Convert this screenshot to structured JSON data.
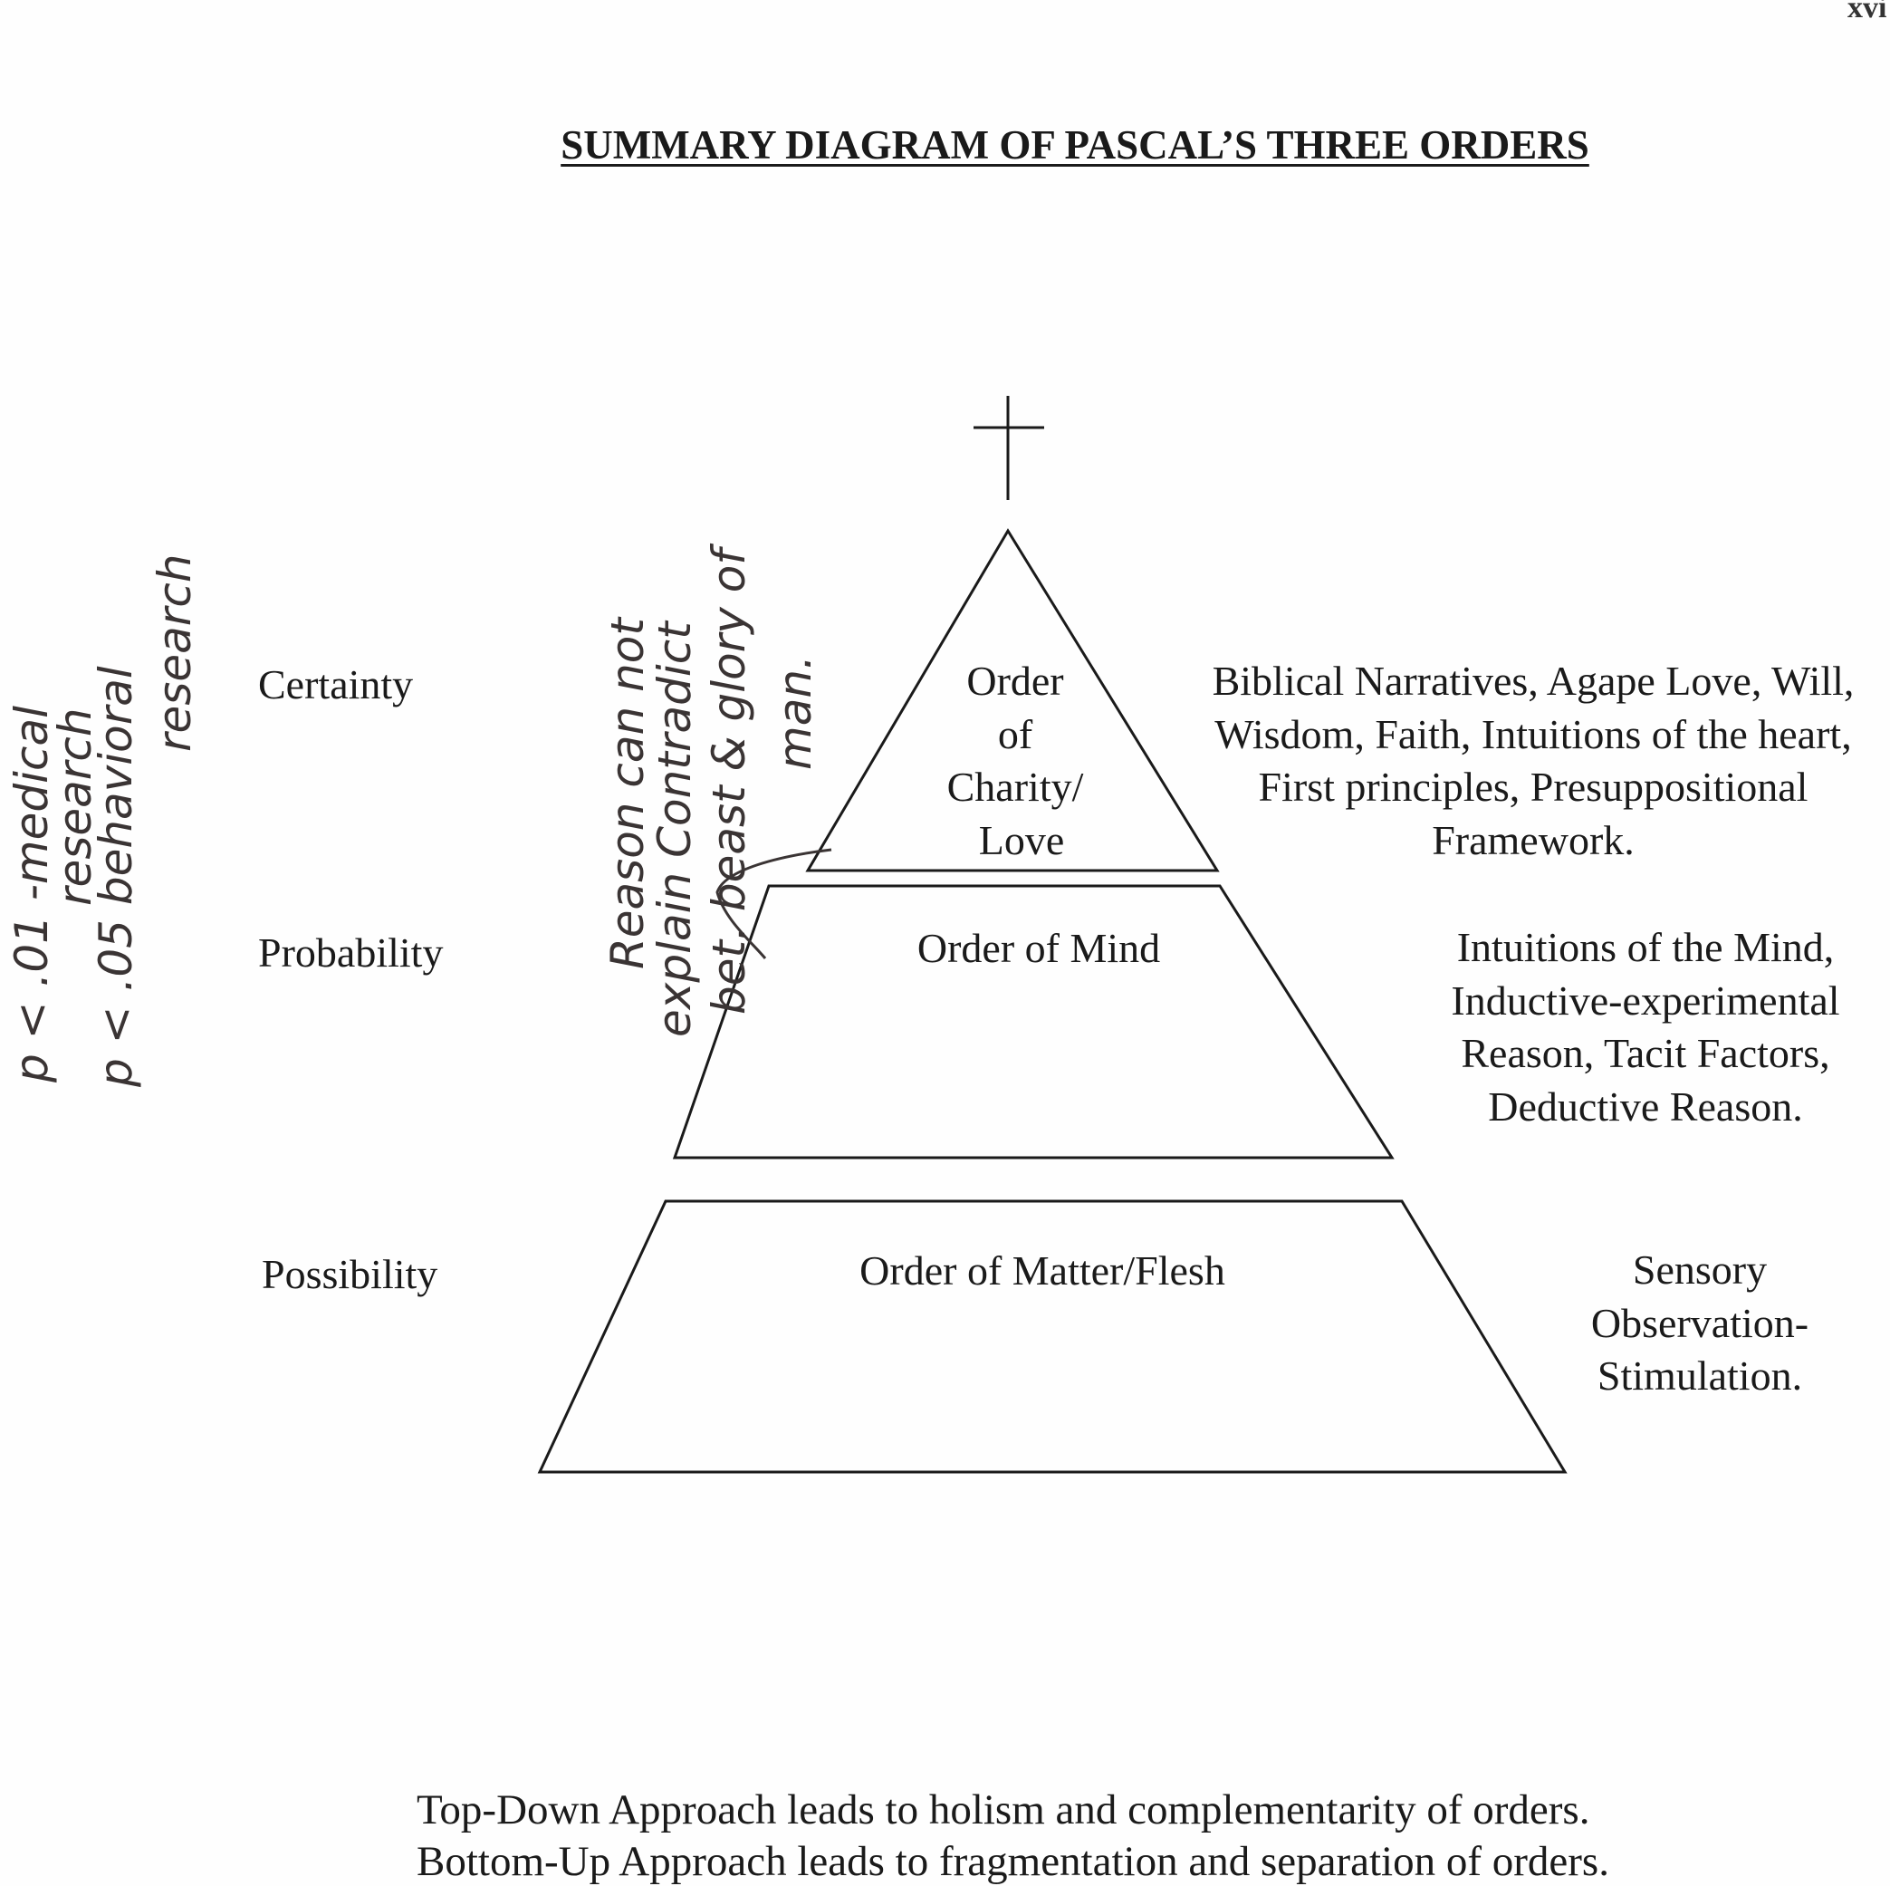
{
  "page_number": "xvi",
  "title": "SUMMARY DIAGRAM OF PASCAL’S THREE ORDERS",
  "levels": [
    {
      "label": "Certainty",
      "order_lines": [
        "Order",
        "of",
        "Charity/",
        "Love"
      ],
      "description_lines": [
        "Biblical Narratives, Agape Love, Will,",
        "Wisdom, Faith, Intuitions of the heart,",
        "First principles, Presuppositional",
        "Framework."
      ]
    },
    {
      "label": "Probability",
      "order_lines": [
        "Order of Mind"
      ],
      "description_lines": [
        "Intuitions of the Mind,",
        "Inductive-experimental",
        "Reason, Tacit Factors,",
        "Deductive Reason."
      ]
    },
    {
      "label": "Possibility",
      "order_lines": [
        "Order of Matter/Flesh"
      ],
      "description_lines": [
        "Sensory",
        "Observation-",
        "Stimulation."
      ]
    }
  ],
  "footer": [
    "Top-Down Approach leads to holism and complementarity of orders.",
    "Bottom-Up Approach leads to fragmentation and separation of orders."
  ],
  "handwritten_notes": {
    "left": [
      "p < .01 -medical",
      "research",
      "p < .05 behavioral",
      "research"
    ],
    "center": [
      "Reason can not",
      "explain Contradict",
      "bet. beast & glory of",
      "man."
    ]
  }
}
